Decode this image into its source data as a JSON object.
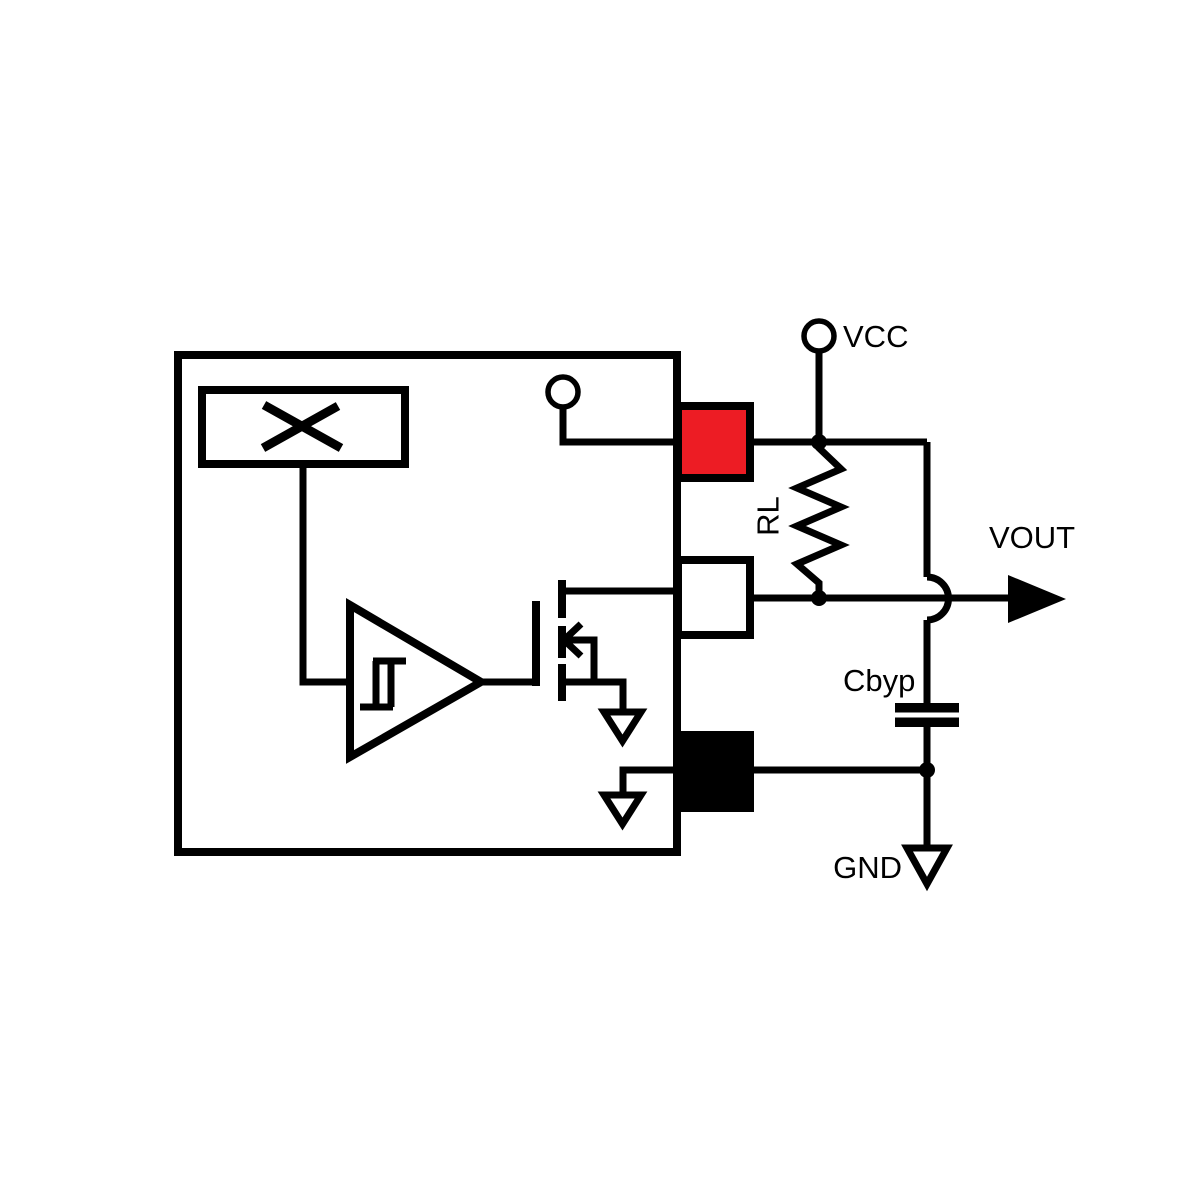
{
  "diagram": {
    "kind": "circuit-schematic",
    "labels": {
      "vcc": "VCC",
      "load_resistor": "RL",
      "vout": "VOUT",
      "bypass_capacitor": "Cbyp",
      "gnd": "GND"
    },
    "colors": {
      "line": "#000000",
      "background": "#ffffff",
      "vcc_pin": "#ed1c24",
      "output_pin": "#ffffff",
      "gnd_pin": "#000000"
    },
    "components": {
      "package": "sensor-ic-outline",
      "sense_element": "hall-element",
      "comparator": "schmitt-trigger",
      "output_transistor": "n-channel-mosfet",
      "supply_terminal": "vcc-terminal",
      "pullup_resistor": "load-resistor",
      "bypass_capacitor": "bypass-capacitor",
      "output_terminal": "vout-arrow",
      "ground_symbol": "ground"
    }
  }
}
